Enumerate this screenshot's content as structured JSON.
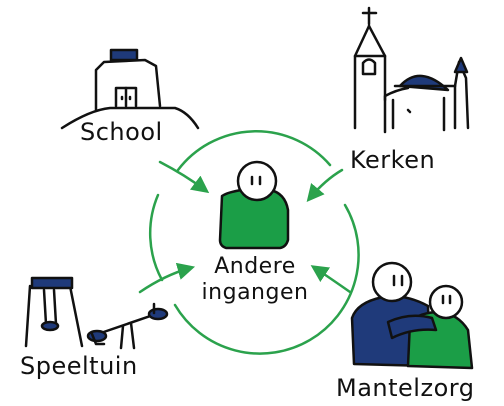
{
  "nodes": {
    "school": "School",
    "kerken": "Kerken",
    "speeltuin": "Speeltuin",
    "mantelzorg": "Mantelzorg"
  },
  "center": {
    "line1": "Andere",
    "line2": "ingangen"
  },
  "colors": {
    "green": "#1b9e47",
    "navy": "#1f3a7a",
    "arrow": "#2ba24c",
    "ink": "#111111"
  },
  "icons": [
    "school-building-icon",
    "church-icon",
    "playground-icon",
    "caregivers-icon",
    "person-icon"
  ]
}
